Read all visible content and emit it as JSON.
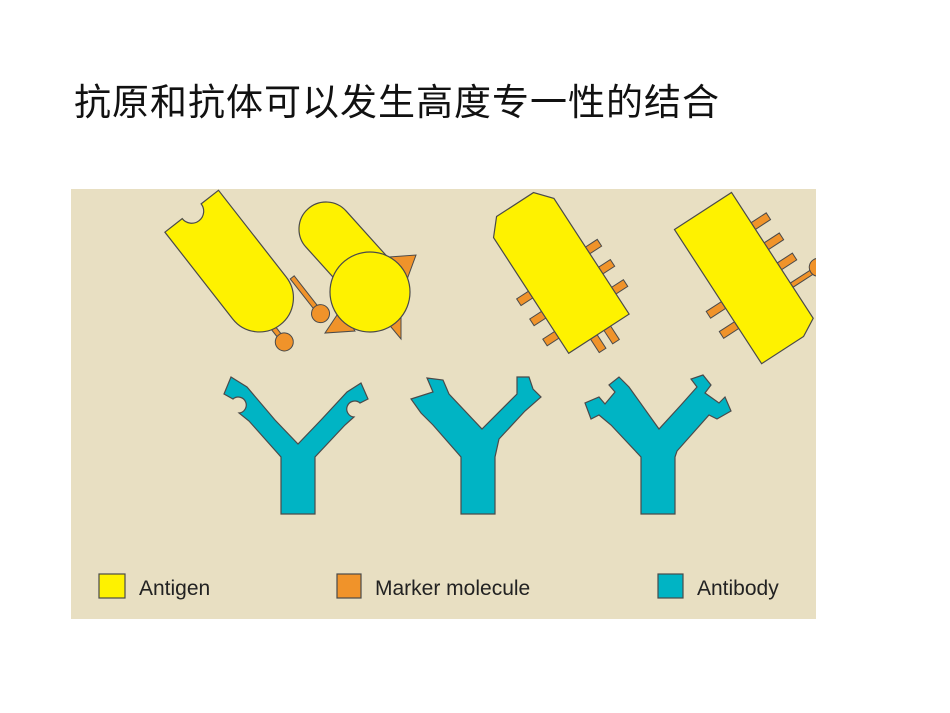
{
  "slide": {
    "title": "抗原和抗体可以发生高度专一性的结合"
  },
  "colors": {
    "background": "#e8dfc2",
    "antigen": "#fef200",
    "marker": "#f0932a",
    "antibody": "#00b4c4",
    "outline": "#4a4a4a"
  },
  "legend": {
    "antigen_label": "Antigen",
    "marker_label": "Marker molecule",
    "antibody_label": "Antibody"
  }
}
